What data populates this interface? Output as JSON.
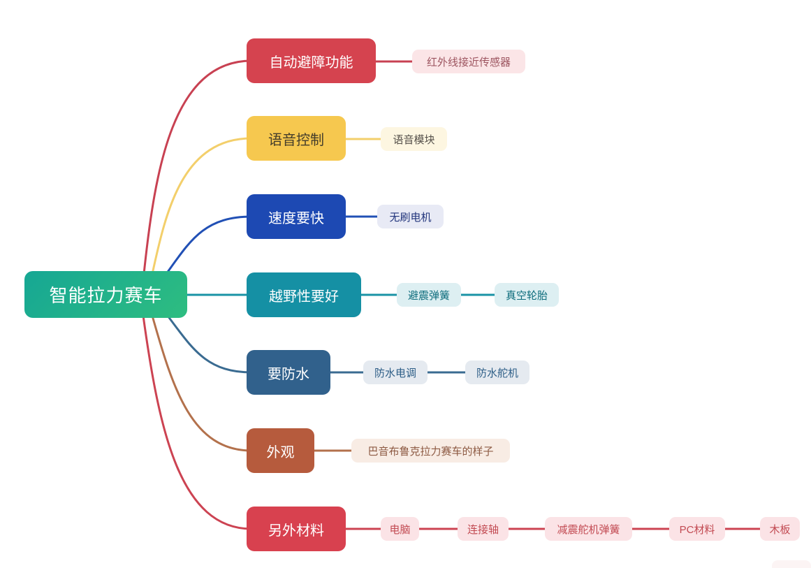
{
  "root": {
    "label": "智能拉力赛车",
    "bg_gradient_from": "#16a794",
    "bg_gradient_to": "#2ebd80",
    "text_color": "#ffffff"
  },
  "branches": [
    {
      "label": "自动避障功能",
      "node_bg": "#d5434f",
      "node_text": "#ffffff",
      "line_color": "#c84152",
      "child_bg": "#fbe5e7",
      "child_text": "#9d5560",
      "children": [
        {
          "label": "红外线接近传感器"
        }
      ]
    },
    {
      "label": "语音控制",
      "node_bg": "#f6c84f",
      "node_text": "#443d2b",
      "line_color": "#f3cf6b",
      "child_bg": "#fdf6e1",
      "child_text": "#55504a",
      "children": [
        {
          "label": "语音模块"
        }
      ]
    },
    {
      "label": "速度要快",
      "node_bg": "#1d49b3",
      "node_text": "#ffffff",
      "line_color": "#2150b5",
      "child_bg": "#e8eaf5",
      "child_text": "#22357c",
      "children": [
        {
          "label": "无刷电机"
        }
      ]
    },
    {
      "label": "越野性要好",
      "node_bg": "#1590a4",
      "node_text": "#ffffff",
      "line_color": "#1a93a6",
      "child_bg": "#ddeff2",
      "child_text": "#0d6c7c",
      "children": [
        {
          "label": "避震弹簧"
        },
        {
          "label": "真空轮胎"
        }
      ]
    },
    {
      "label": "要防水",
      "node_bg": "#31618c",
      "node_text": "#ffffff",
      "line_color": "#3a6b91",
      "child_bg": "#e5eaf0",
      "child_text": "#2d5e87",
      "children": [
        {
          "label": "防水电调"
        },
        {
          "label": "防水舵机"
        }
      ]
    },
    {
      "label": "外观",
      "node_bg": "#b65b3d",
      "node_text": "#ffffff",
      "line_color": "#b3714c",
      "child_bg": "#f8ece4",
      "child_text": "#8d5a43",
      "children": [
        {
          "label": "巴音布鲁克拉力赛车的样子"
        }
      ]
    },
    {
      "label": "另外材料",
      "node_bg": "#d8414f",
      "node_text": "#ffffff",
      "line_color": "#cc4352",
      "child_bg": "#fbe3e6",
      "child_text": "#c24a52",
      "children": [
        {
          "label": "电脑"
        },
        {
          "label": "连接轴"
        },
        {
          "label": "减震舵机弹簧"
        },
        {
          "label": "PC材料"
        },
        {
          "label": "木板"
        }
      ]
    }
  ]
}
